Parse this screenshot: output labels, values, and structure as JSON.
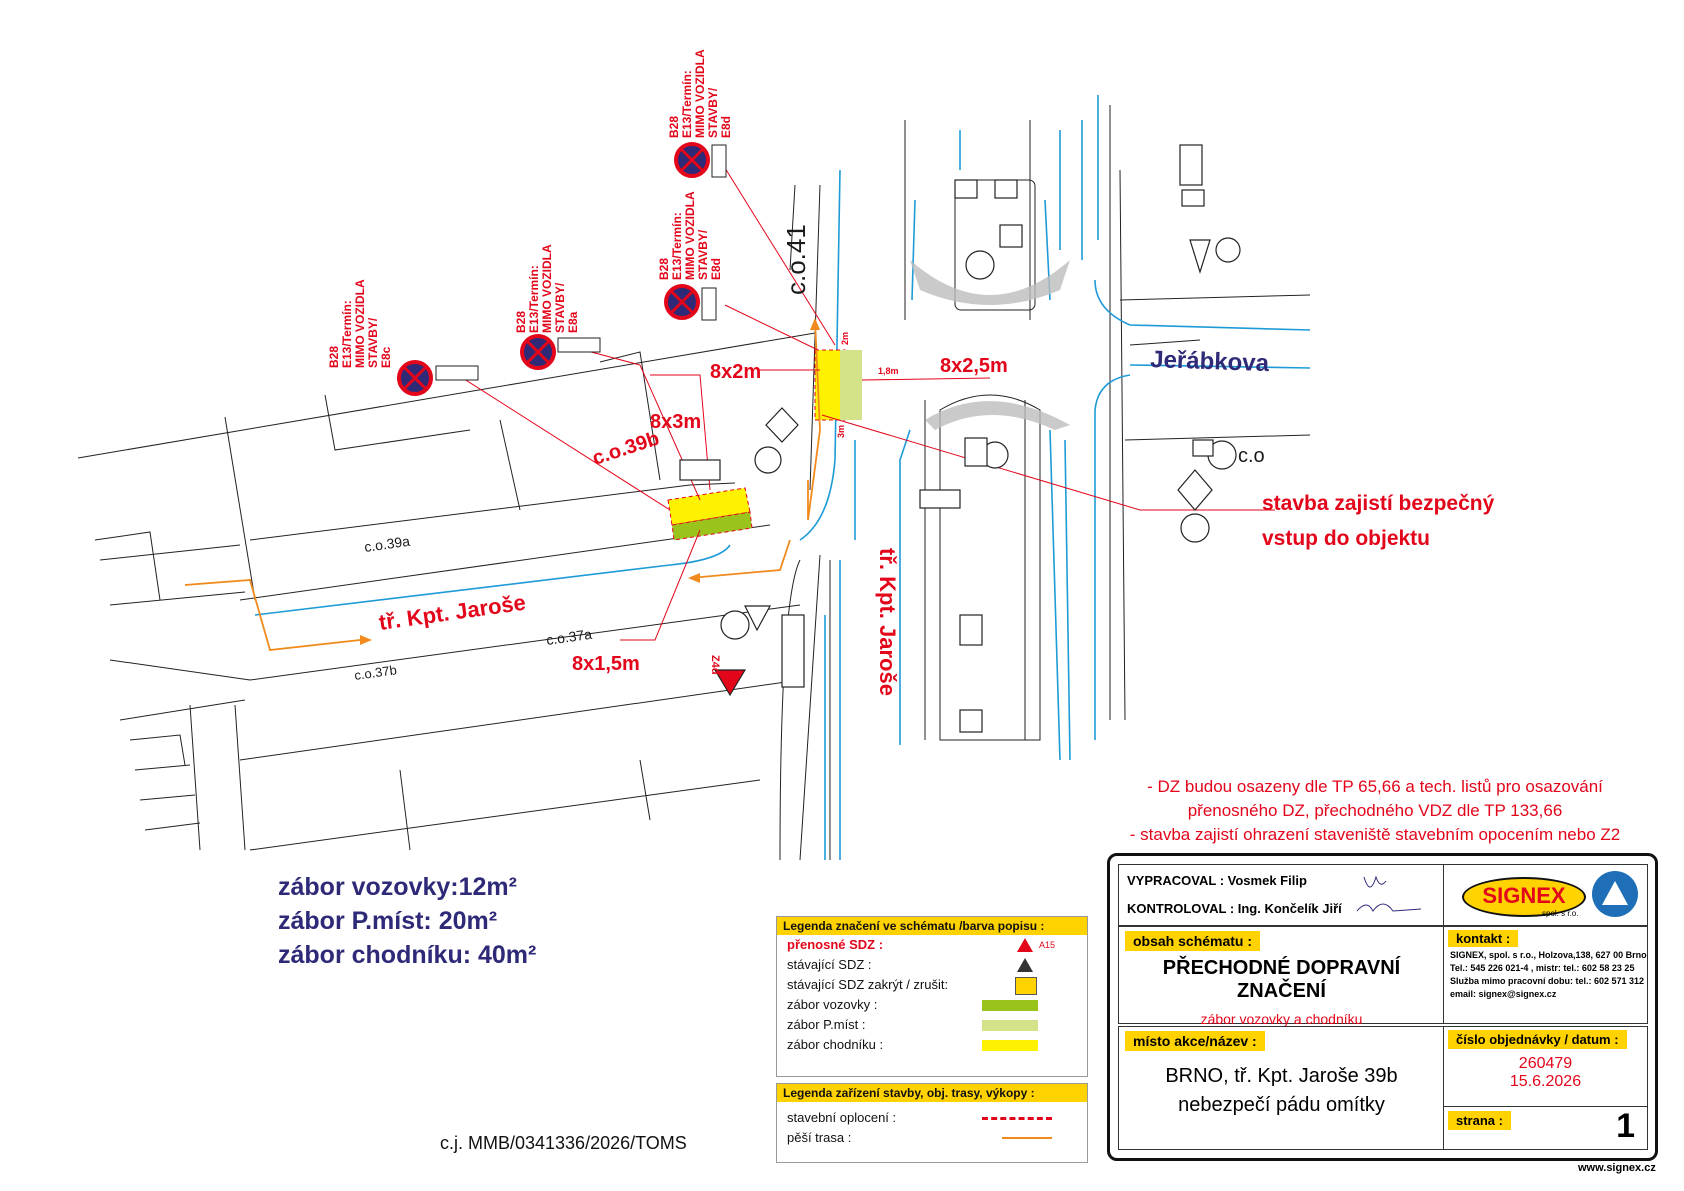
{
  "map": {
    "streets": {
      "kpt_jarose_horizontal": "tř. Kpt. Jaroše",
      "kpt_jarose_vertical": "tř. Kpt. Jaroše",
      "jerabkova": "Jeřábkova"
    },
    "addresses": {
      "c_o_41": "c.o.41",
      "c_o_39b": "c.o.39b",
      "c_o_39a": "c.o.39a",
      "c_o_37a": "c.o.37a",
      "c_o_37b": "c.o.37b",
      "c_o": "c.o"
    },
    "zones": {
      "z8x2": "8x2m",
      "z8x2_5": "8x2,5m",
      "z8x3": "8x3m",
      "z8x1_5": "8x1,5m",
      "dim_2m": "2m",
      "dim_3m": "3m",
      "dim_1_8m": "1,8m"
    },
    "sign_texts": {
      "e8c": [
        "B28",
        "E13/Termín:",
        "MIMO VOZIDLA",
        "STAVBY/",
        "E8c"
      ],
      "e8a": [
        "B28",
        "E13/Termín:",
        "MIMO VOZIDLA",
        "STAVBY/",
        "E8a"
      ],
      "e8d_a": [
        "B28",
        "E13/Termín:",
        "MIMO VOZIDLA",
        "STAVBY/",
        "E8d"
      ],
      "e8d_b": [
        "B28",
        "E13/Termín:",
        "MIMO VOZIDLA",
        "STAVBY/",
        "E8d"
      ],
      "z4d": "Z4d"
    },
    "callout": [
      "stavba zajistí bezpečný",
      "vstup do objektu"
    ]
  },
  "notes": [
    "- DZ budou osazeny dle TP 65,66 a tech. listů pro osazování",
    "přenosného DZ, přechodného VDZ dle TP 133,66",
    "- stavba zajistí ohrazení staveniště stavebním opocením nebo Z2"
  ],
  "stats": {
    "vozovka": "zábor vozovky:12m²",
    "p_mist": "zábor P.míst: 20m²",
    "chodnik": "zábor chodníku: 40m²"
  },
  "legend1": {
    "title": "Legenda značení ve schématu /barva popisu :",
    "items": [
      {
        "label": "přenosné  SDZ :",
        "icon_text": "A15"
      },
      {
        "label": "stávající SDZ :"
      },
      {
        "label": "stávající SDZ zakrýt / zrušit:"
      },
      {
        "label": "zábor vozovky :"
      },
      {
        "label": "zábor P.míst :"
      },
      {
        "label": "zábor chodníku :"
      }
    ],
    "colors": {
      "vozovka": "#9ac31c",
      "p_mist": "#d4e38a",
      "chodnik": "#fff200",
      "portable_sign": "#e3061b"
    }
  },
  "legend2": {
    "title": "Legenda zařízení stavby, obj. trasy, výkopy :",
    "items": [
      {
        "label": "stavební oplocení :"
      },
      {
        "label": "pěší trasa :"
      }
    ],
    "colors": {
      "fence": "#e3061b",
      "walk": "#f08a1d"
    }
  },
  "ref": "c.j. MMB/0341336/2026/TOMS",
  "titleblock": {
    "vypracoval_label": "VYPRACOVAL",
    "vypracoval_value": ": Vosmek Filip",
    "kontroloval_label": "KONTROLOVAL",
    "kontroloval_value": ": Ing. Končelík Jiří",
    "logo": "SIGNEX",
    "logo_sub": "spol. s r.o.",
    "obsah_label": "obsah schématu :",
    "obsah_title": "PŘECHODNÉ DOPRAVNÍ ZNAČENÍ",
    "obsah_sub": "zábor vozovky a chodníku",
    "kontakt_label": "kontakt :",
    "kontakt_lines": [
      "SIGNEX, spol. s r.o., Holzova,138, 627 00 Brno",
      "Tel.: 545 226 021-4 , mistr: tel.: 602 58 23 25",
      "Služba mimo pracovní dobu: tel.: 602 571 312",
      "email: signex@signex.cz"
    ],
    "misto_label": "místo  akce/název :",
    "misto_line1": "BRNO, tř. Kpt. Jaroše 39b",
    "misto_line2": "nebezpečí pádu omítky",
    "cislo_label": "číslo  objednávky / datum  :",
    "cislo_value": "260479",
    "datum_value": "15.6.2026",
    "strana_label": "strana :",
    "strana_value": "1",
    "web": "www.signex.cz"
  }
}
